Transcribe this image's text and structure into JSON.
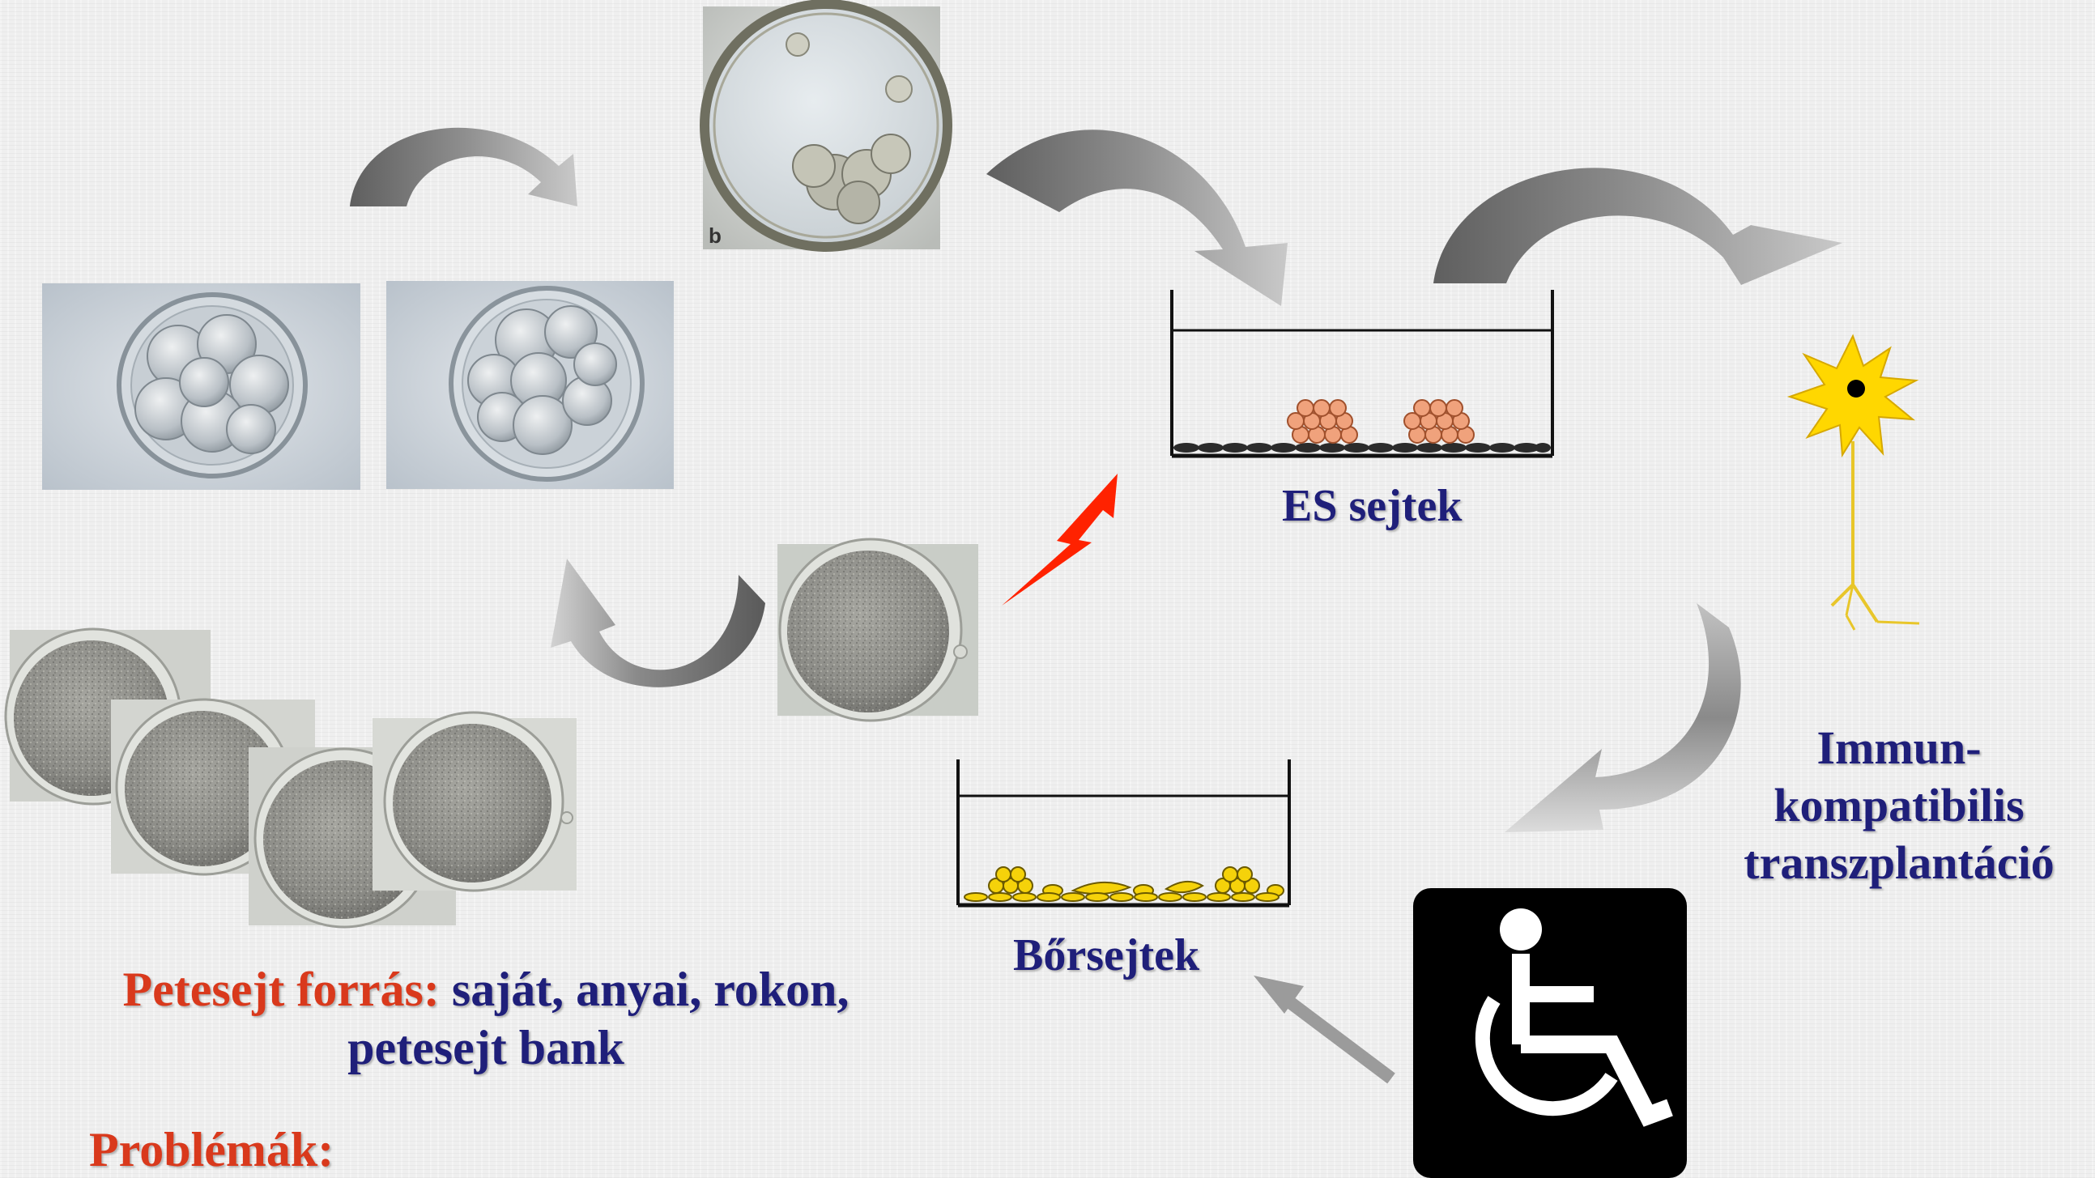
{
  "labels": {
    "es_cells": "ES sejtek",
    "skin_cells": "Bőrsejtek",
    "immuno_lines": [
      "Immun-",
      "kompatibilis",
      "transzplantáció"
    ],
    "oocyte_source_prefix": "Petesejt forrás:",
    "oocyte_source_rest": "saját, anyai, rokon,",
    "oocyte_source_line2": "petesejt bank",
    "problems": "Problémák:",
    "micrograph_letter": "b"
  },
  "icons": {
    "disability": "wheelchair-icon",
    "lightning": "lightning-icon",
    "neuron": "neuron-cell-icon"
  },
  "colors": {
    "label_blue": "#1f1f7a",
    "label_red": "#d9391c",
    "es_cells_fill": "#f0a27c",
    "skin_cells_fill": "#f5d20a",
    "neuron_yellow": "#ffd700",
    "lightning_red": "#ff2200",
    "arrow_gray": "#8a8a8a"
  }
}
